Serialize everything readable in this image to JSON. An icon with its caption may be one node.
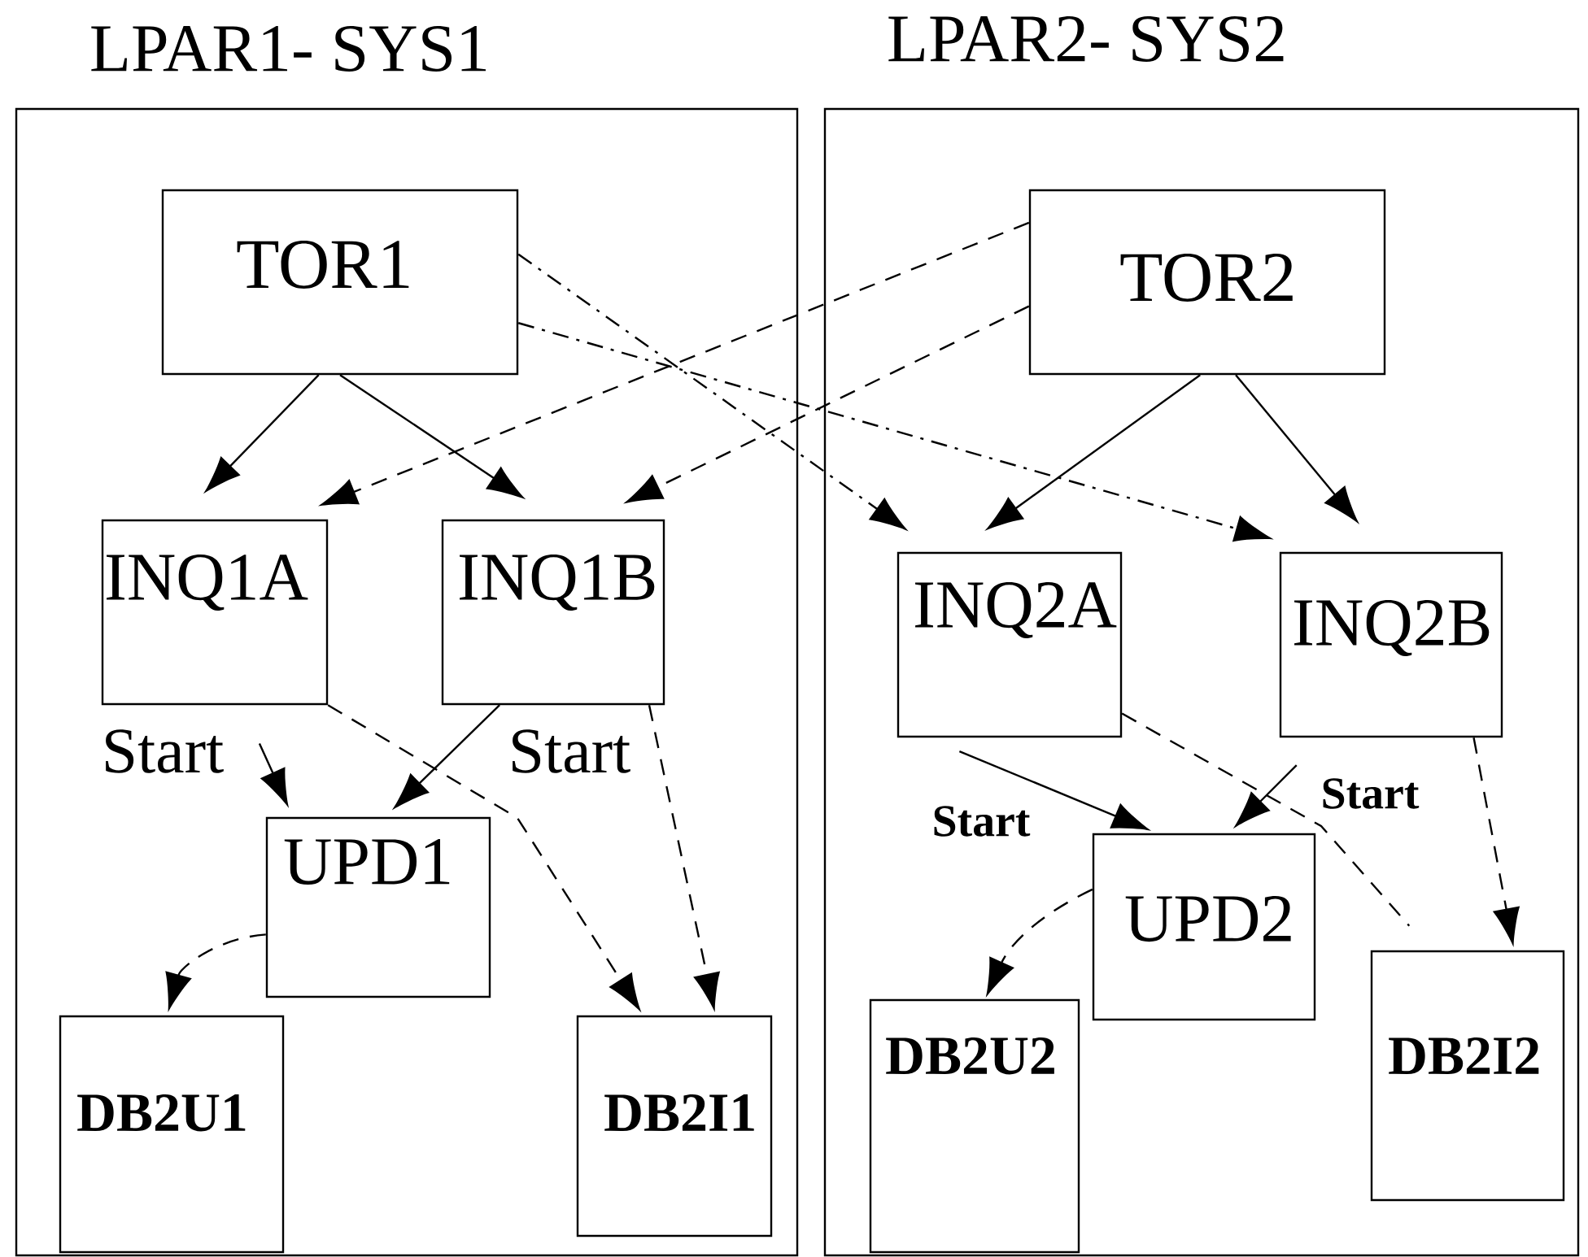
{
  "diagram": {
    "nodes": [
      {
        "text": [
          "LPAR1- SYS1"
        ]
      },
      {
        "text": [
          "TOR1"
        ],
        "in": 0
      },
      {
        "text": [
          "INQ1A"
        ],
        "in": 0
      },
      {
        "text": [
          "INQ1B"
        ],
        "in": 0
      },
      {
        "text": [
          "UPD1"
        ],
        "in": 0
      },
      {
        "text": [
          "DB2U1"
        ],
        "in": 0
      },
      {
        "text": [
          "DB2I1"
        ],
        "in": 0
      },
      {
        "text": [
          "LPAR2- SYS2"
        ]
      },
      {
        "text": [
          "TOR2"
        ],
        "in": 7
      },
      {
        "text": [
          "INQ2A"
        ],
        "in": 7
      },
      {
        "text": [
          "INQ2B"
        ],
        "in": 7
      },
      {
        "text": [
          "UPD2"
        ],
        "in": 7
      },
      {
        "text": [
          "DB2U2"
        ],
        "in": 7
      },
      {
        "text": [
          "DB2I2"
        ],
        "in": 7
      }
    ],
    "edges": [
      {
        "from": 1,
        "to": 2,
        "arrow": "to"
      },
      {
        "from": 1,
        "to": 3,
        "arrow": "to"
      },
      {
        "from": 8,
        "to": 2,
        "arrow": "to",
        "style": "dashed"
      },
      {
        "from": 8,
        "to": 3,
        "arrow": "to",
        "style": "dashed"
      },
      {
        "from": 1,
        "to": 9,
        "arrow": "to",
        "style": "dashed"
      },
      {
        "from": 1,
        "to": 10,
        "arrow": "to",
        "style": "dashed"
      },
      {
        "from": 8,
        "to": 9,
        "arrow": "to"
      },
      {
        "from": 8,
        "to": 10,
        "arrow": "to"
      },
      {
        "from": 2,
        "to": 4,
        "arrow": "to",
        "label": "Start"
      },
      {
        "from": 3,
        "to": 4,
        "arrow": "to",
        "label": "Start"
      },
      {
        "from": 2,
        "to": 6,
        "arrow": "to",
        "style": "dashed"
      },
      {
        "from": 3,
        "to": 6,
        "arrow": "to",
        "style": "dashed"
      },
      {
        "from": 4,
        "to": 5,
        "arrow": "to",
        "style": "dashed"
      },
      {
        "from": 9,
        "to": 11,
        "arrow": "to",
        "label": "Start"
      },
      {
        "from": 10,
        "to": 11,
        "arrow": "to",
        "label": "Start"
      },
      {
        "from": 9,
        "to": 13,
        "arrow": "none",
        "style": "dashed"
      },
      {
        "from": 10,
        "to": 13,
        "arrow": "to",
        "style": "dashed"
      },
      {
        "from": 11,
        "to": 12,
        "arrow": "to",
        "style": "dashed"
      }
    ]
  }
}
